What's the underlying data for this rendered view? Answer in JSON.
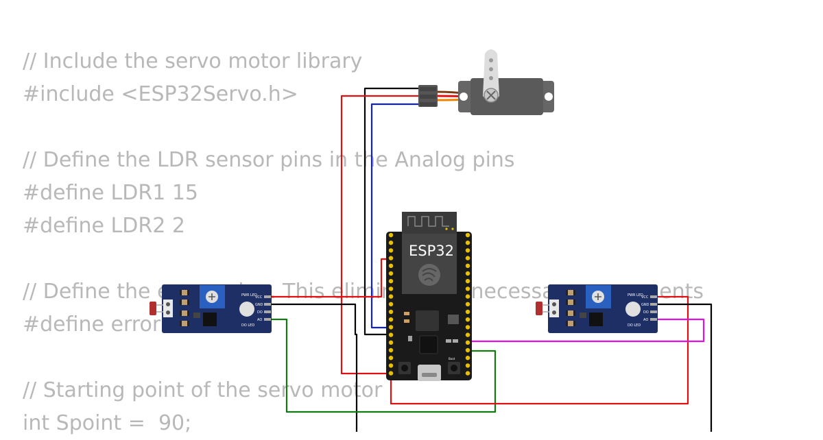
{
  "code": {
    "lines": [
      "// Include the servo motor library",
      "#include <ESP32Servo.h>",
      "",
      "// Define the LDR sensor pins in the Analog pins",
      "#define LDR1 15",
      "#define LDR2 2",
      "",
      "// Define the error value. This eliminates unnecessary movements",
      "#define error 10",
      "",
      "// Starting point of the servo motor",
      "int Spoint =  90;"
    ]
  },
  "board": {
    "label": "ESP32",
    "boot_label": "Boot"
  },
  "sensor_left": {
    "pins": [
      "VCC",
      "GND",
      "DO",
      "AO"
    ],
    "pwr_led": "PWR LED",
    "do_led": "DO LED"
  },
  "sensor_right": {
    "pins": [
      "VCC",
      "GND",
      "DO",
      "AO"
    ],
    "pwr_led": "PWR LED",
    "do_led": "DO LED"
  },
  "wire_colors": {
    "power": "#e01010",
    "ground": "#000000",
    "signal_servo": "#1020d0",
    "signal_ldr_left": "#107a10",
    "signal_ldr_right": "#e010e0"
  }
}
